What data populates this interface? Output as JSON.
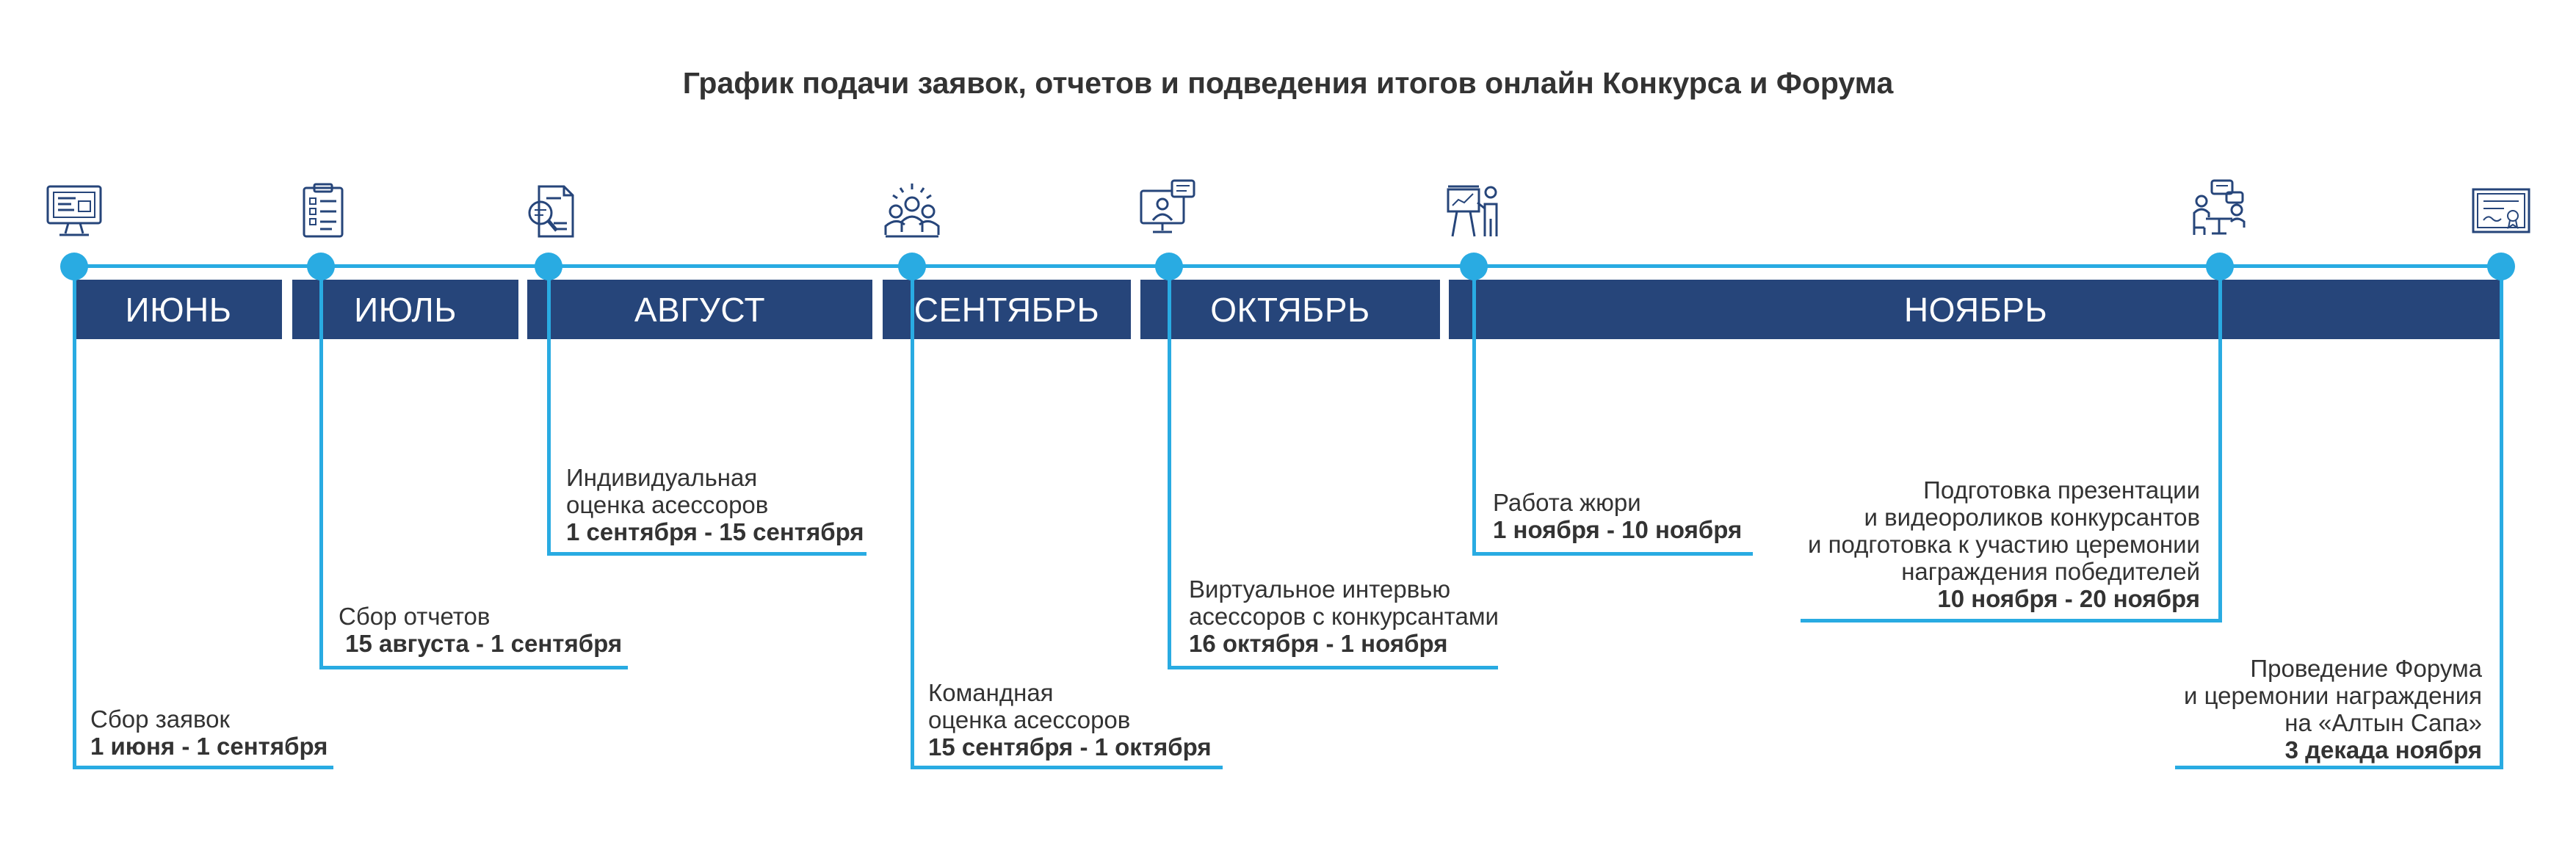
{
  "title": "График подачи заявок, отчетов и подведения итогов онлайн Конкурса и Форума",
  "colors": {
    "accent": "#29abe2",
    "month_bar": "#26457a",
    "text": "#333333"
  },
  "months": [
    "ИЮНЬ",
    "ИЮЛЬ",
    "АВГУСТ",
    "СЕНТЯБРЬ",
    "ОКТЯБРЬ",
    "НОЯБРЬ"
  ],
  "icons": [
    "computer-form-icon",
    "checklist-icon",
    "document-search-icon",
    "team-icon",
    "video-interview-icon",
    "presentation-icon",
    "meeting-discussion-icon",
    "certificate-icon"
  ],
  "events": [
    {
      "text": "Сбор заявок",
      "dates": "1 июня - 1 сентября"
    },
    {
      "text": "Сбор отчетов",
      "dates": " 15 августа - 1 сентября"
    },
    {
      "text": "Индивидуальная\nоценка асессоров",
      "dates": "1 сентября - 15 сентября"
    },
    {
      "text": "Командная\nоценка асессоров",
      "dates": "15 сентября - 1 октября"
    },
    {
      "text": "Виртуальное интервью\nасессоров с конкурсантами",
      "dates": "16 октября - 1 ноября"
    },
    {
      "text": "Работа жюри",
      "dates": "1 ноября - 10 ноября"
    },
    {
      "text": "Подготовка презентации\nи видеороликов конкурсантов\nи подготовка к участию церемонии\nнаграждения победителей",
      "dates": "10 ноября - 20 ноября"
    },
    {
      "text": "Проведение Форума\nи церемонии награждения\nна «Алтын Сапа»",
      "dates": "3 декада ноября"
    }
  ]
}
